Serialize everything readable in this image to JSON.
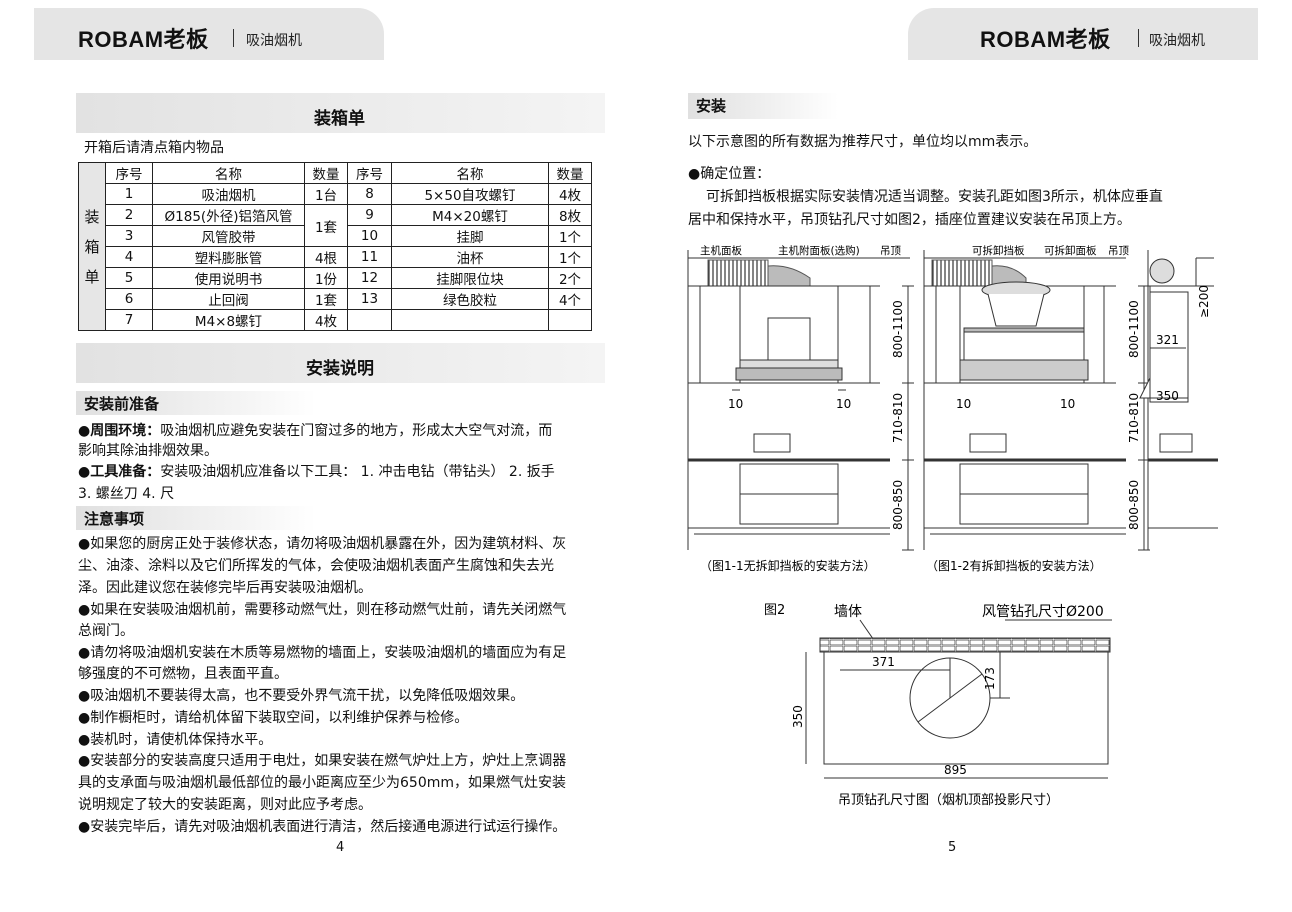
{
  "header": {
    "brand": "ROBAM老板",
    "product": "吸油烟机"
  },
  "left": {
    "packing_title": "装箱单",
    "packing_intro": "开箱后请清点箱内物品",
    "packing_side_label": [
      "装",
      "箱",
      "单"
    ],
    "table_headers": [
      "序号",
      "名称",
      "数量",
      "序号",
      "名称",
      "数量"
    ],
    "table_rows": [
      [
        "1",
        "吸油烟机",
        "1台",
        "8",
        "5×50自攻螺钉",
        "4枚"
      ],
      [
        "2",
        "Ø185(外径)铝箔风管",
        "1套",
        "9",
        "M4×20螺钉",
        "8枚"
      ],
      [
        "3",
        "风管胶带",
        "",
        "10",
        "挂脚",
        "1个"
      ],
      [
        "4",
        "塑料膨胀管",
        "4根",
        "11",
        "油杯",
        "1个"
      ],
      [
        "5",
        "使用说明书",
        "1份",
        "12",
        "挂脚限位块",
        "2个"
      ],
      [
        "6",
        "止回阀",
        "1套",
        "13",
        "绿色胶粒",
        "4个"
      ],
      [
        "7",
        "M4×8螺钉",
        "4枚",
        "",
        "",
        ""
      ]
    ],
    "install_title": "安装说明",
    "prep_title": "安装前准备",
    "env_label": "●周围环境：",
    "env_text_1": "吸油烟机应避免安装在门窗过多的地方，形成太大空气对流，而",
    "env_text_2": "影响其除油排烟效果。",
    "tools_label": "●工具准备：",
    "tools_text_1": "安装吸油烟机应准备以下工具：  1. 冲击电钻（带钻头）    2. 扳手",
    "tools_text_2": "3. 螺丝刀    4. 尺",
    "notes_title": "注意事项",
    "notes_lines": [
      "●如果您的厨房正处于装修状态，请勿将吸油烟机暴露在外，因为建筑材料、灰",
      "尘、油漆、涂料以及它们所挥发的气体，会使吸油烟机表面产生腐蚀和失去光",
      "泽。因此建议您在装修完毕后再安装吸油烟机。",
      "●如果在安装吸油烟机前，需要移动燃气灶，则在移动燃气灶前，请先关闭燃气",
      "总阀门。",
      "●请勿将吸油烟机安装在木质等易燃物的墙面上，安装吸油烟机的墙面应为有足",
      "够强度的不可燃物，且表面平直。",
      "●吸油烟机不要装得太高，也不要受外界气流干扰，以免降低吸烟效果。",
      "●制作橱柜时，请给机体留下装取空间，以利维护保养与检修。",
      "●装机时，请使机体保持水平。",
      "●安装部分的安装高度只适用于电灶，如果安装在燃气炉灶上方，炉灶上烹调器",
      "具的支承面与吸油烟机最低部位的最小距离应至少为650mm，如果燃气灶安装",
      "说明规定了较大的安装距离，则对此应予考虑。",
      "●安装完毕后，请先对吸油烟机表面进行清洁，然后接通电源进行试运行操作。"
    ],
    "page_number": "4"
  },
  "right": {
    "install_title": "安装",
    "intro": "以下示意图的所有数据为推荐尺寸，单位均以mm表示。",
    "position_label": "●确定位置：",
    "position_text_1": "可拆卸挡板根据实际安装情况适当调整。安装孔距如图3所示，机体应垂直",
    "position_text_2": "居中和保持水平，吊顶钻孔尺寸如图2，插座位置建议安装在吊顶上方。",
    "fig1": {
      "label_main_panel": "主机面板",
      "label_attach_panel": "主机附面板(选购)",
      "label_ceiling": "吊顶",
      "dim_top": "800-1100",
      "dim_mid": "710-810",
      "dim_bot": "800-850",
      "dim_left": "10",
      "dim_right": "10",
      "caption": "（图1-1无拆卸挡板的安装方法）"
    },
    "fig2": {
      "label_removable_baffle": "可拆卸挡板",
      "label_removable_panel": "可拆卸面板",
      "label_ceiling": "吊顶",
      "dim_top": "800-1100",
      "dim_mid": "710-810",
      "dim_bot": "800-850",
      "dim_left": "10",
      "dim_right": "10",
      "caption": "（图1-2有拆卸挡板的安装方法）"
    },
    "side": {
      "dim_200": "≥200",
      "dim_321": "321",
      "dim_350": "350"
    },
    "drill": {
      "fig_label": "图2",
      "wall_label": "墙体",
      "duct_label": "风管钻孔尺寸Ø200",
      "dim_371": "371",
      "dim_173": "173",
      "dim_350": "350",
      "dim_895": "895",
      "caption": "吊顶钻孔尺寸图（烟机顶部投影尺寸）"
    },
    "page_number": "5"
  }
}
